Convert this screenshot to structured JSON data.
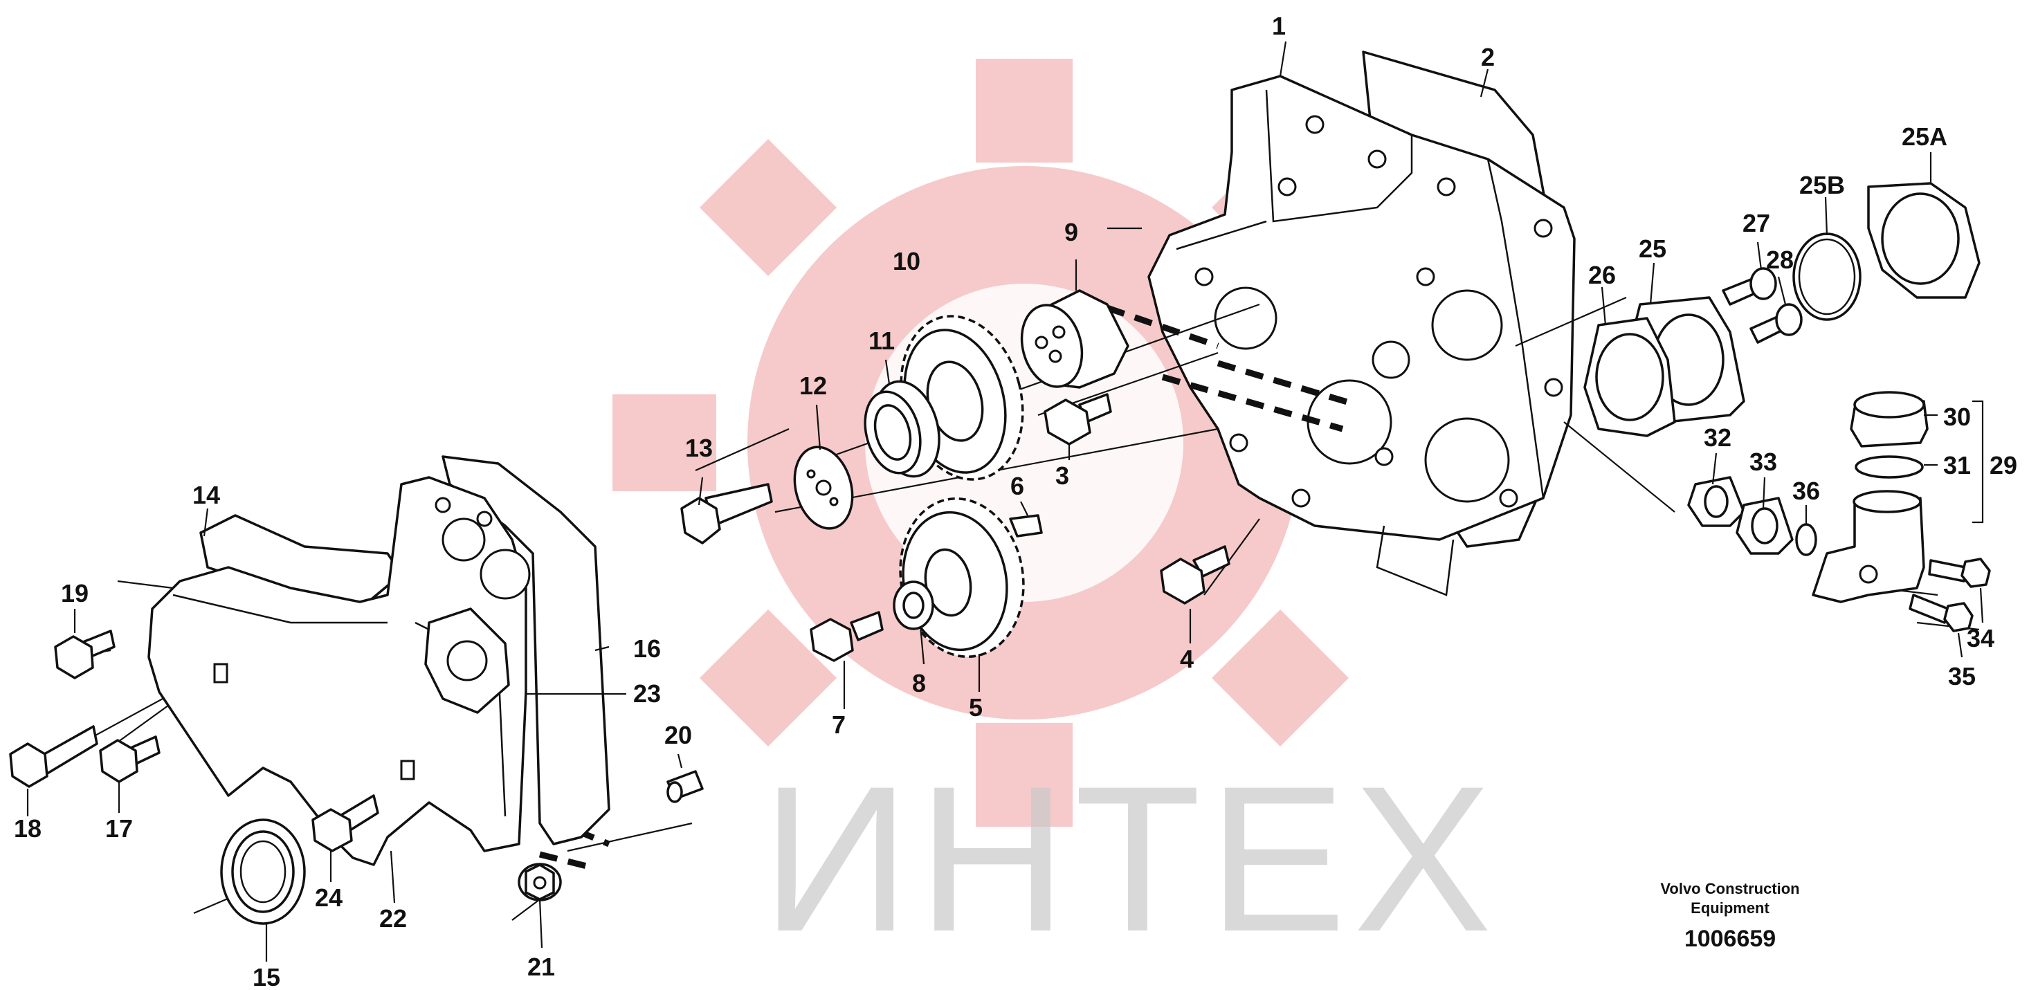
{
  "watermark": {
    "text": "ИНТЕХ",
    "color": "#e8b3b3"
  },
  "callouts": {
    "p1": "1",
    "p2": "2",
    "p3": "3",
    "p4": "4",
    "p5": "5",
    "p6": "6",
    "p7": "7",
    "p8": "8",
    "p9": "9",
    "p10": "10",
    "p11": "11",
    "p12": "12",
    "p13": "13",
    "p14": "14",
    "p15": "15",
    "p16": "16",
    "p17": "17",
    "p18": "18",
    "p19": "19",
    "p20": "20",
    "p21": "21",
    "p22": "22",
    "p23": "23",
    "p24": "24",
    "p25": "25",
    "p25a": "25A",
    "p25b": "25B",
    "p26": "26",
    "p27": "27",
    "p28": "28",
    "p29": "29",
    "p30": "30",
    "p31": "31",
    "p32": "32",
    "p33": "33",
    "p34": "34",
    "p35": "35",
    "p36": "36"
  },
  "footer": {
    "company_line1": "Volvo Construction",
    "company_line2": "Equipment",
    "drawing_number": "1006659"
  }
}
